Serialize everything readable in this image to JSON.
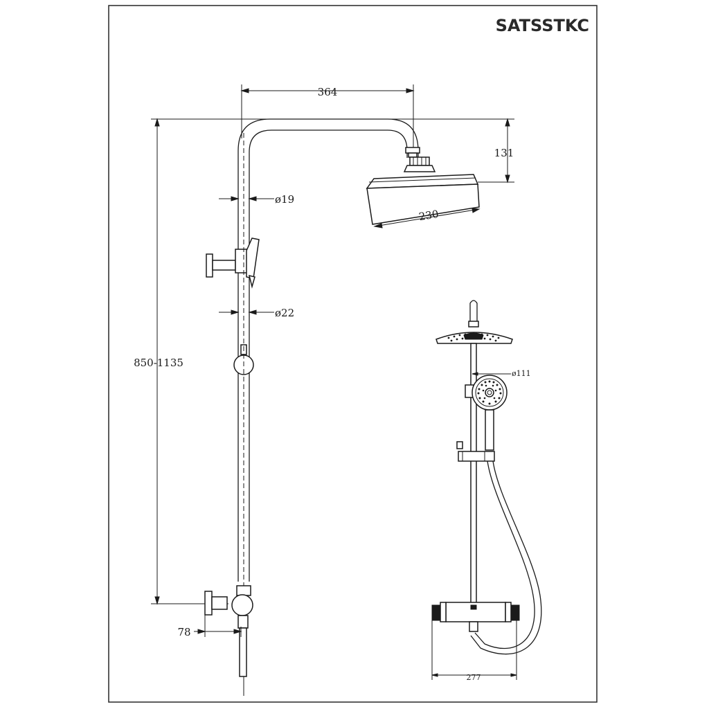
{
  "product_code": "SATSSTKC",
  "dimensions": {
    "arm_length": "364",
    "head_drop": "131",
    "head_diameter": "230",
    "riser_diameter": "ø19",
    "rail_diameter": "ø22",
    "height_range": "850-1135",
    "wall_offset": "78",
    "handset_diameter": "ø111",
    "mixer_centres": "277"
  }
}
